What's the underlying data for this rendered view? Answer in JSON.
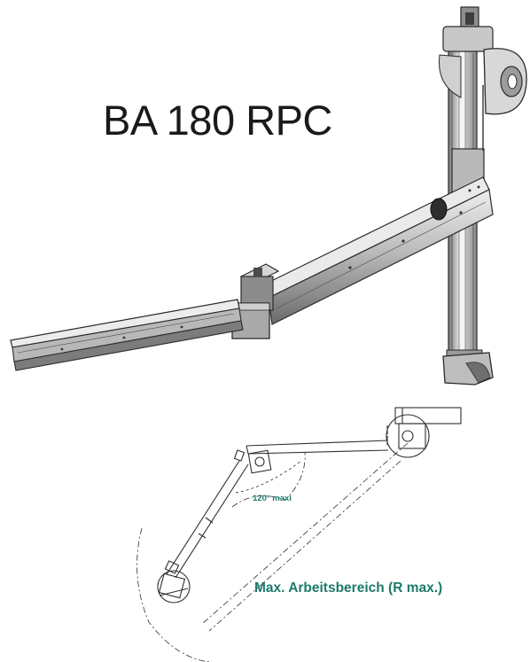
{
  "product": {
    "model_title": "BA 180 RPC"
  },
  "diagram": {
    "angle_label": "120° maxi",
    "reach_label": "Max. Arbeitsbereich (R max.)"
  },
  "colors": {
    "title": "#1a1a1a",
    "annotation": "#1e7a6c",
    "metal_light": "#d9d9d9",
    "metal_mid": "#a8a8a8",
    "metal_dark": "#5a5a5a",
    "outline": "#2b2b2b"
  }
}
